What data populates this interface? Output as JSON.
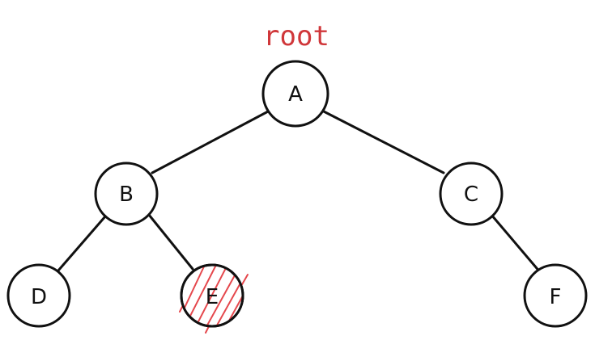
{
  "diagram": {
    "root_label": "root",
    "root_label_color": "#d0373a",
    "highlight_color": "#e5484d",
    "line_color": "#111111",
    "nodes": [
      {
        "id": "A",
        "label": "A"
      },
      {
        "id": "B",
        "label": "B"
      },
      {
        "id": "C",
        "label": "C"
      },
      {
        "id": "D",
        "label": "D"
      },
      {
        "id": "E",
        "label": "E",
        "highlighted": true
      },
      {
        "id": "F",
        "label": "F"
      }
    ],
    "edges": [
      {
        "from": "A",
        "to": "B"
      },
      {
        "from": "A",
        "to": "C"
      },
      {
        "from": "B",
        "to": "D"
      },
      {
        "from": "B",
        "to": "E"
      },
      {
        "from": "C",
        "to": "F"
      }
    ]
  }
}
